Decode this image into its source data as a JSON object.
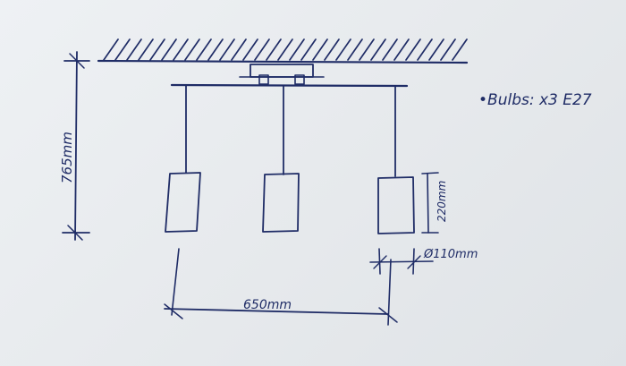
{
  "labels": {
    "height": "765mm",
    "shade_height": "220mm",
    "diameter": "Ø110mm",
    "width": "650mm",
    "bulbs_note": "•Bulbs: x3 E27"
  }
}
